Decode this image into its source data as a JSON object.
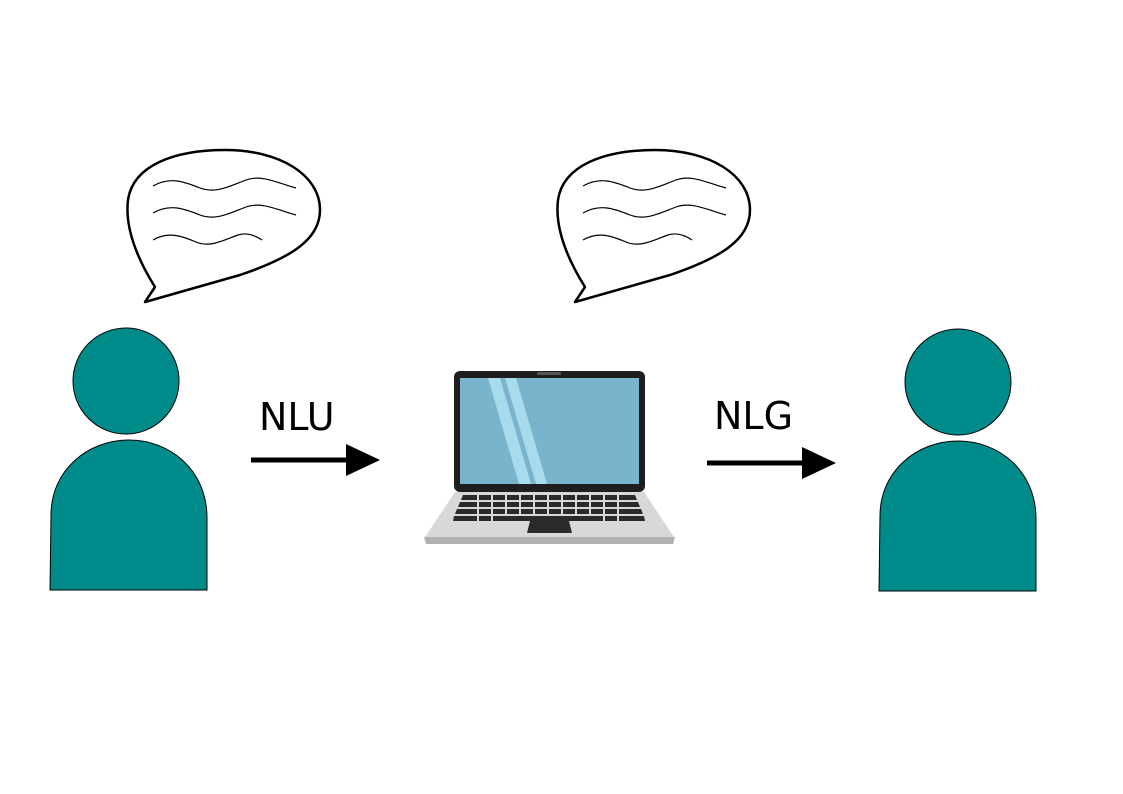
{
  "diagram": {
    "labels": {
      "nlu": "NLU",
      "nlg": "NLG"
    },
    "nodes": [
      {
        "id": "user-left",
        "icon": "person-icon"
      },
      {
        "id": "computer",
        "icon": "laptop-icon"
      },
      {
        "id": "user-right",
        "icon": "person-icon"
      }
    ],
    "edges": [
      {
        "from": "user-left",
        "to": "computer",
        "label": "NLU"
      },
      {
        "from": "computer",
        "to": "user-right",
        "label": "NLG"
      }
    ],
    "bubbles": [
      {
        "owner": "user-left",
        "icon": "speech-bubble-icon"
      },
      {
        "owner": "computer",
        "icon": "speech-bubble-icon"
      }
    ],
    "colors": {
      "person": "#008b8b",
      "screen": "#7ab3cc",
      "screen_glare": "#a8dcec",
      "laptop_body": "#d8d8d8",
      "laptop_frame": "#1e1e1e"
    }
  }
}
